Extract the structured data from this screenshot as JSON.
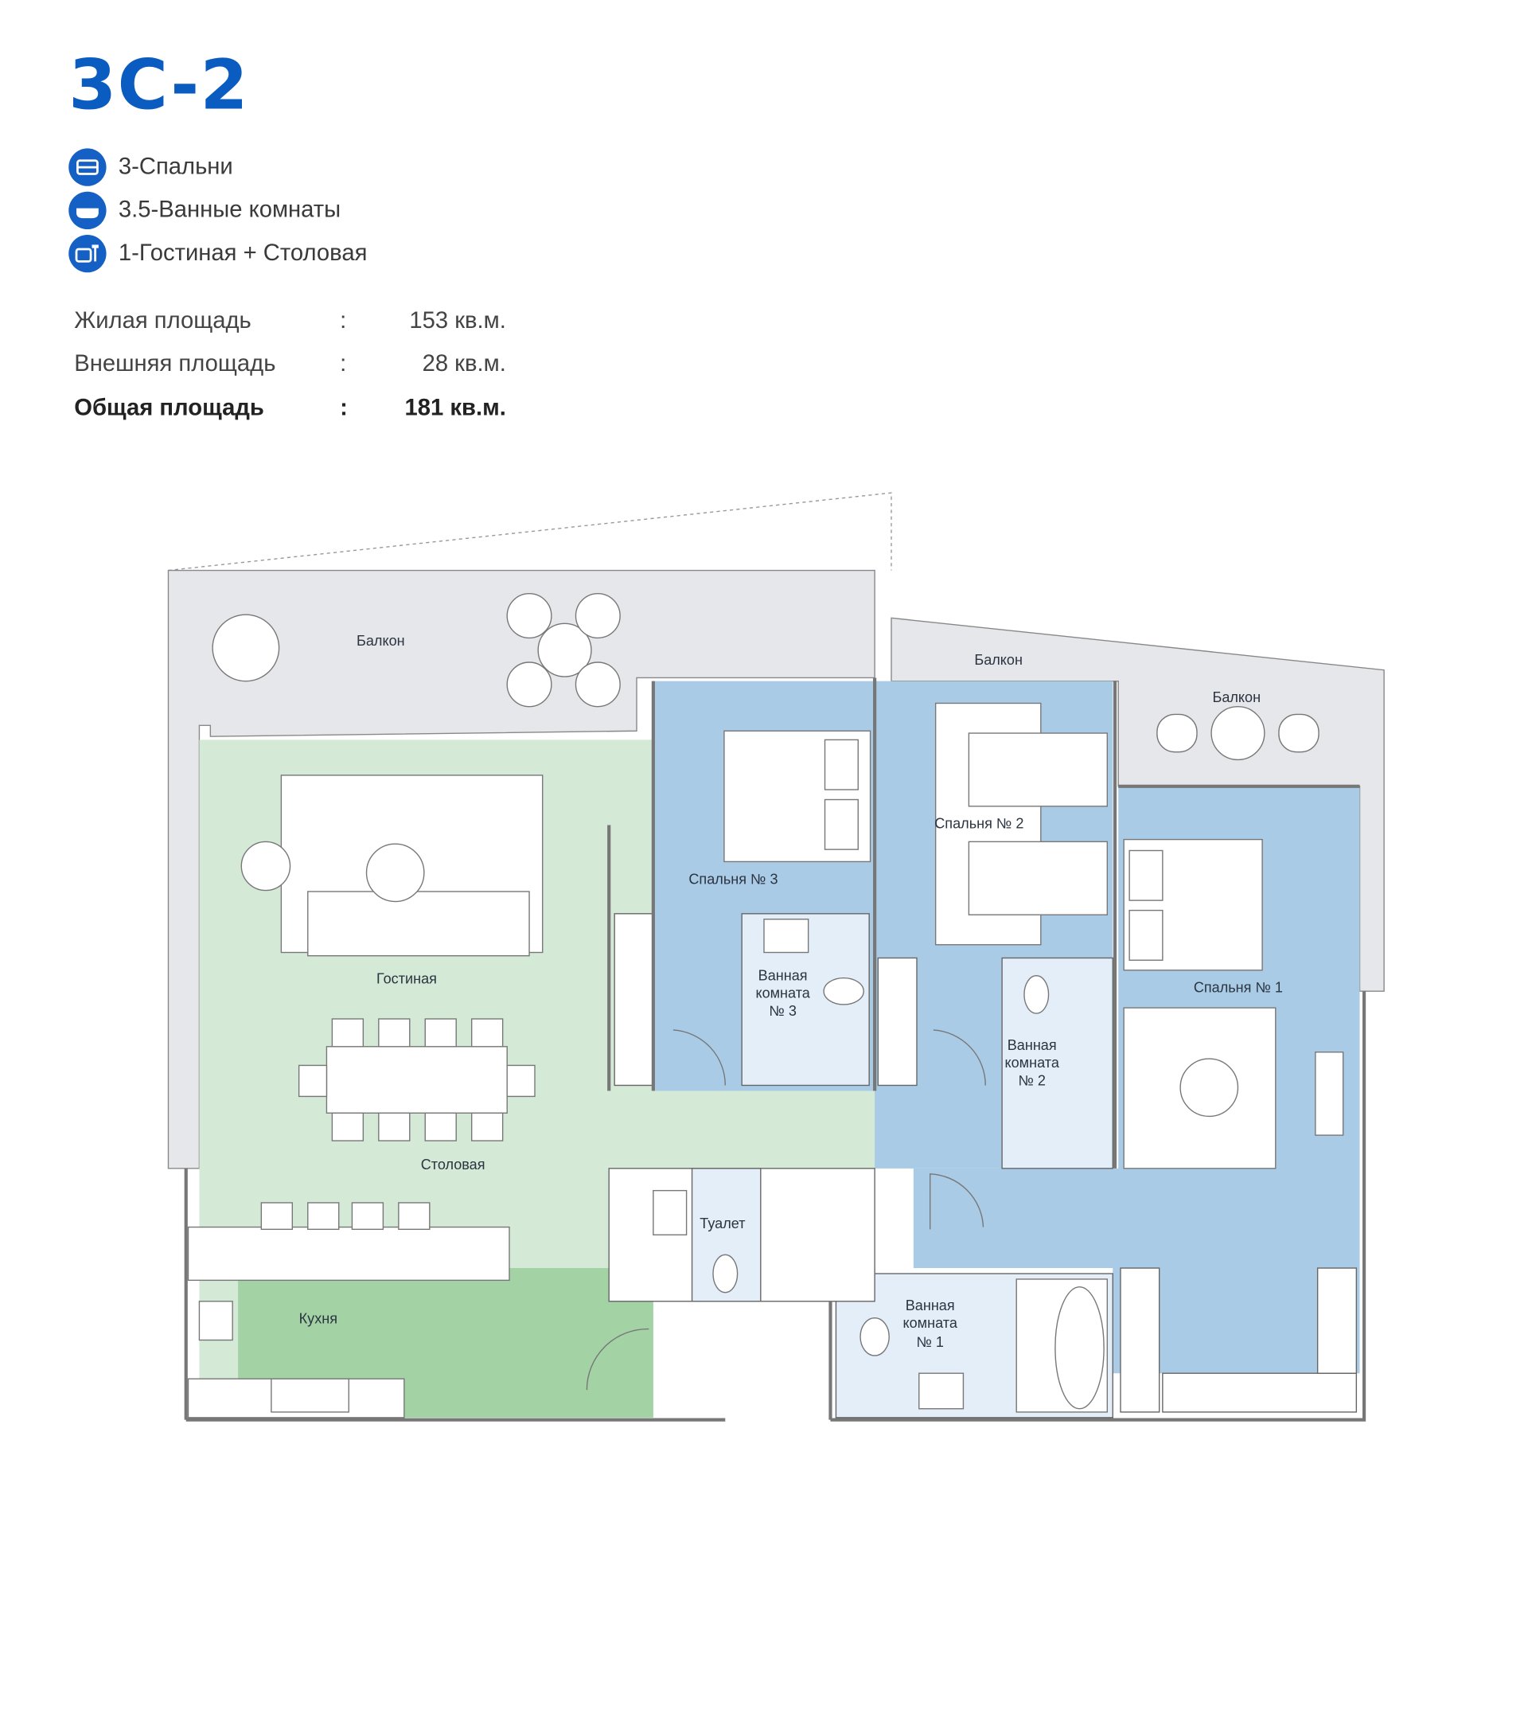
{
  "title": "3C-2",
  "features": [
    {
      "icon": "bed-icon",
      "label": "3-Спальни"
    },
    {
      "icon": "bathtub-icon",
      "label": "3.5-Ванные комнаты"
    },
    {
      "icon": "sofa-lamp-icon",
      "label": "1-Гостиная + Столовая"
    }
  ],
  "areas": [
    {
      "label": "Жилая площадь",
      "sep": ":",
      "value": "153 кв.м."
    },
    {
      "label": "Внешняя площадь",
      "sep": ":",
      "value": "28 кв.м."
    },
    {
      "label": "Общая площадь",
      "sep": ":",
      "value": "181 кв.м."
    }
  ],
  "rooms": {
    "balcony_left": "Балкон",
    "balcony_mid": "Балкон",
    "balcony_right": "Балкон",
    "living": "Гостиная",
    "dining": "Столовая",
    "kitchen": "Кухня",
    "toilet": "Туалет",
    "bedroom3": "Спальня № 3",
    "bedroom2": "Спальня № 2",
    "bedroom1": "Спальня № 1",
    "bath3": [
      "Ванная",
      "комната",
      "№ 3"
    ],
    "bath2": [
      "Ванная",
      "комната",
      "№ 2"
    ],
    "bath1": [
      "Ванная",
      "комната",
      "№ 1"
    ]
  },
  "colors": {
    "accent": "#0b5cc0",
    "bedroom": "#a9cbe6",
    "living": "#d4e9d6",
    "kitchen": "#a3d2a5",
    "balcony": "#e6e7ea",
    "bathroom": "#e3eef8"
  }
}
